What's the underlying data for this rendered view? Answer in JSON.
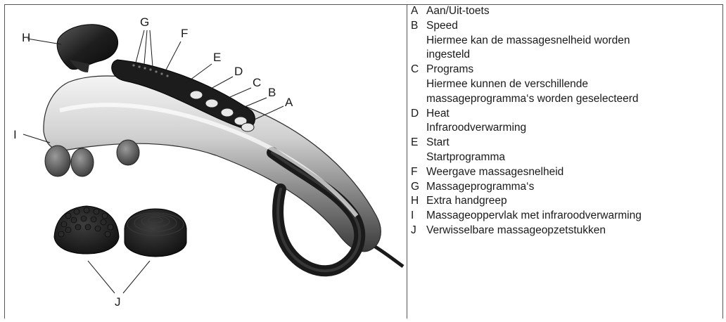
{
  "figure": {
    "callouts": {
      "a": "A",
      "b": "B",
      "c": "C",
      "d": "D",
      "e": "E",
      "f": "F",
      "g": "G",
      "h": "H",
      "i": "I",
      "j": "J"
    }
  },
  "legend": {
    "items": [
      {
        "letter": "A",
        "term": "Aan/Uit-toets"
      },
      {
        "letter": "B",
        "term": "Speed",
        "desc": "Hiermee kan de massagesnelheid worden ingesteld"
      },
      {
        "letter": "C",
        "term": "Programs",
        "desc": "Hiermee kunnen de verschillende massageprogramma‘s worden geselecteerd"
      },
      {
        "letter": "D",
        "term": "Heat",
        "desc": "Infraroodverwarming"
      },
      {
        "letter": "E",
        "term": "Start",
        "desc": "Startprogramma"
      },
      {
        "letter": "F",
        "term": "Weergave massagesnelheid"
      },
      {
        "letter": "G",
        "term": "Massageprogramma‘s"
      },
      {
        "letter": "H",
        "term": "Extra handgreep"
      },
      {
        "letter": "I",
        "term": "Massageoppervlak met infraroodverwarming"
      },
      {
        "letter": "J",
        "term": "Verwisselbare massageopzetstukken"
      }
    ],
    "desc_lines": {
      "b1": "Hiermee kan de massagesnelheid worden",
      "b2": "ingesteld",
      "c1": "Hiermee kunnen de verschillende",
      "c2": "massageprogramma‘s worden geselecteerd"
    }
  }
}
